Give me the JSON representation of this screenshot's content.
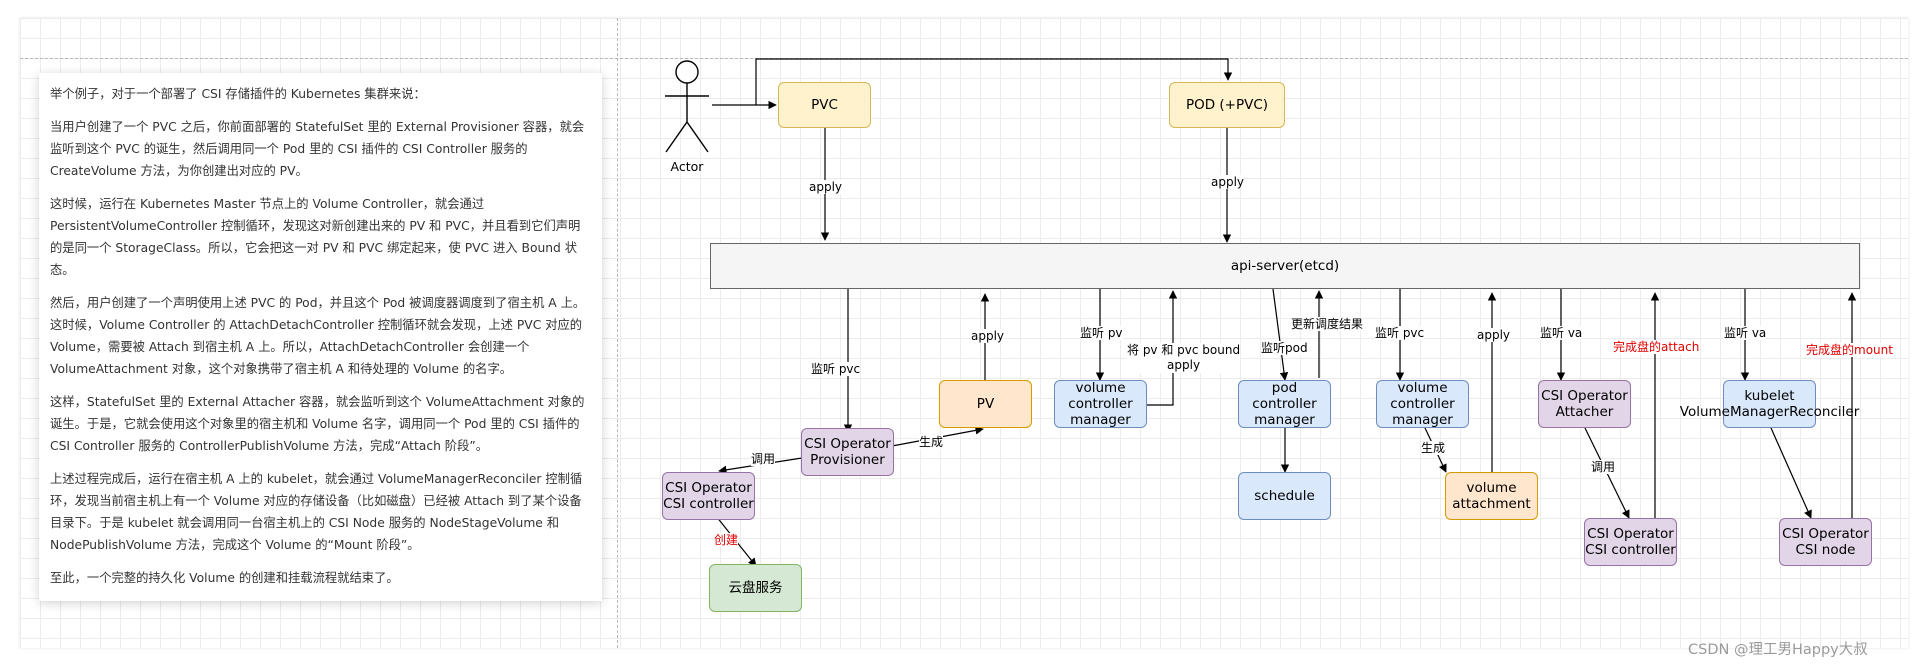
{
  "article": {
    "paragraphs": [
      "举个例子，对于一个部署了 CSI 存储插件的 Kubernetes 集群来说：",
      "当用户创建了一个 PVC 之后，你前面部署的 StatefulSet 里的 External Provisioner 容器，就会监听到这个 PVC 的诞生，然后调用同一个 Pod 里的 CSI 插件的 CSI Controller 服务的 CreateVolume 方法，为你创建出对应的 PV。",
      "这时候，运行在 Kubernetes Master 节点上的 Volume Controller，就会通过 PersistentVolumeController 控制循环，发现这对新创建出来的 PV 和 PVC，并且看到它们声明的是同一个 StorageClass。所以，它会把这一对 PV 和 PVC 绑定起来，使 PVC 进入 Bound 状态。",
      "然后，用户创建了一个声明使用上述 PVC 的 Pod，并且这个 Pod 被调度器调度到了宿主机 A 上。这时候，Volume Controller 的 AttachDetachController 控制循环就会发现，上述 PVC 对应的 Volume，需要被 Attach 到宿主机 A 上。所以，AttachDetachController 会创建一个 VolumeAttachment 对象，这个对象携带了宿主机 A 和待处理的 Volume 的名字。",
      "这样，StatefulSet 里的 External Attacher 容器，就会监听到这个 VolumeAttachment 对象的诞生。于是，它就会使用这个对象里的宿主机和 Volume 名字，调用同一个 Pod 里的 CSI 插件的 CSI Controller 服务的 ControllerPublishVolume 方法，完成“Attach 阶段”。",
      "上述过程完成后，运行在宿主机 A 上的 kubelet，就会通过 VolumeManagerReconciler 控制循环，发现当前宿主机上有一个 Volume 对应的存储设备（比如磁盘）已经被 Attach 到了某个设备目录下。于是 kubelet 就会调用同一台宿主机上的 CSI Node 服务的 NodeStageVolume 和 NodePublishVolume 方法，完成这个 Volume 的“Mount 阶段”。",
      "至此，一个完整的持久化 Volume 的创建和挂载流程就结束了。"
    ]
  },
  "diagram": {
    "actor": "Actor",
    "nodes": {
      "pvc": "PVC",
      "pod": "POD (+PVC)",
      "api_server": "api-server(etcd)",
      "pv": "PV",
      "volume_controller_manager_1": [
        "volume",
        "controller",
        "manager"
      ],
      "pod_controller_manager": [
        "pod",
        "controller",
        "manager"
      ],
      "volume_controller_manager_2": [
        "volume",
        "controller",
        "manager"
      ],
      "csi_operator_attacher": [
        "CSI Operator",
        "Attacher"
      ],
      "kubelet": [
        "kubelet",
        "VolumeManagerReconciler"
      ],
      "csi_operator_provisioner": [
        "CSI Operator",
        "Provisioner"
      ],
      "csi_operator_csi_controller_1": [
        "CSI Operator",
        "CSI controller"
      ],
      "cloud_disk_service": "云盘服务",
      "schedule": "schedule",
      "volume_attachment": [
        "volume",
        "attachment"
      ],
      "csi_operator_csi_controller_2": [
        "CSI Operator",
        "CSI controller"
      ],
      "csi_operator_csi_node": [
        "CSI Operator",
        "CSI node"
      ]
    },
    "labels": {
      "apply_pvc": "apply",
      "apply_pod": "apply",
      "watch_pvc": "监听 pvc",
      "apply_pv": "apply",
      "generate_pv": "生成",
      "call_csi": "调用",
      "create": "创建",
      "watch_pv": "监听 pv",
      "bind_pv_pvc": [
        "将 pv 和 pvc bound",
        "apply"
      ],
      "watch_pod": "监听pod",
      "update_schedule": "更新调度结果",
      "watch_pvc_2": "监听 pvc",
      "generate_va": "生成",
      "apply_va": "apply",
      "watch_va": "监听 va",
      "call_attach": "调用",
      "attach_done": "完成盘的attach",
      "watch_va_2": "监听 va",
      "mount_done": "完成盘的mount"
    },
    "colors": {
      "yellow_fill": "#fff2cc",
      "orange_fill": "#ffe6cc",
      "blue_fill": "#dae8fc",
      "purple_fill": "#e1d5e7",
      "green_fill": "#d5e8d4",
      "gray_fill": "#f5f5f5",
      "highlight_text": "#e30000"
    }
  },
  "watermark": "CSDN @理工男Happy大叔"
}
